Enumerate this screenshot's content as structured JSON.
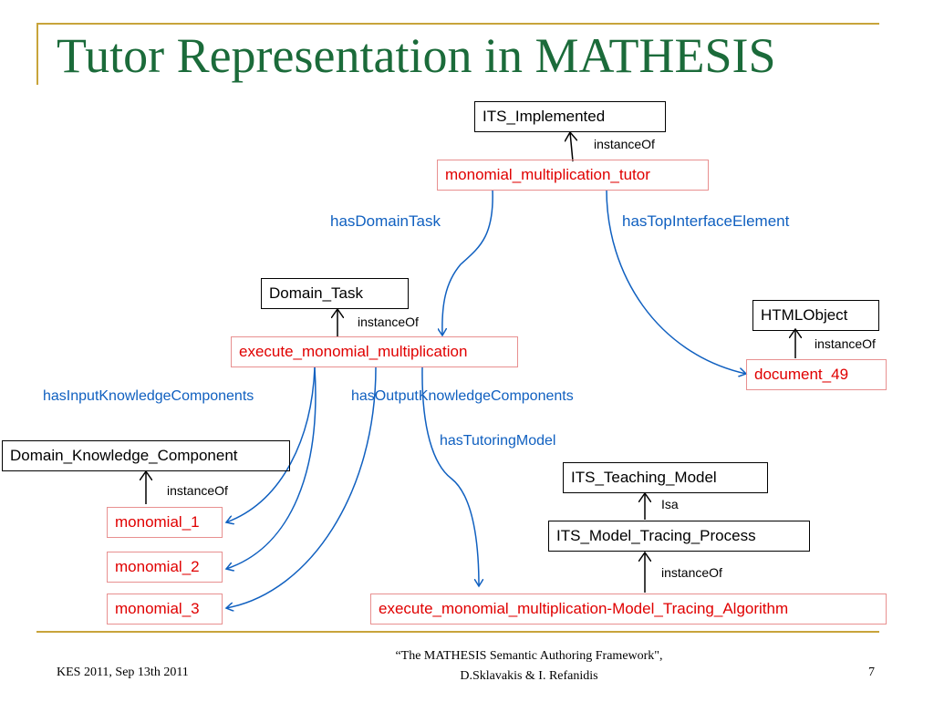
{
  "title": "Tutor Representation in MATHESIS",
  "nodes": {
    "its_implemented": "ITS_Implemented",
    "tutor": "monomial_multiplication_tutor",
    "domain_task": "Domain_Task",
    "execute_mm": "execute_monomial_multiplication",
    "htmlobject": "HTMLObject",
    "document_49": "document_49",
    "dkc": "Domain_Knowledge_Component",
    "monomial_1": "monomial_1",
    "monomial_2": "monomial_2",
    "monomial_3": "monomial_3",
    "teaching_model": "ITS_Teaching_Model",
    "model_tracing_process": "ITS_Model_Tracing_Process",
    "mt_algorithm": "execute_monomial_multiplication-Model_Tracing_Algorithm"
  },
  "edge_labels": {
    "instance_of": "instanceOf",
    "isa": "Isa",
    "has_domain_task": "hasDomainTask",
    "has_top_interface_element": "hasTopInterfaceElement",
    "has_input_kc": "hasInputKnowledgeComponents",
    "has_output_kc": "hasOutputKnowledgeComponents",
    "has_tutoring_model": "hasTutoringModel"
  },
  "colors": {
    "title": "#1B6B3A",
    "instance_text": "#E00000",
    "instance_border": "#E89090",
    "relation": "#1060C0",
    "accent_rule": "#C8A43B"
  },
  "footer": {
    "left": "KES 2011, Sep 13th 2011",
    "center_line1": "“The MATHESIS Semantic Authoring Framework\",",
    "center_line2": "D.Sklavakis & I. Refanidis",
    "page_number": "7"
  }
}
